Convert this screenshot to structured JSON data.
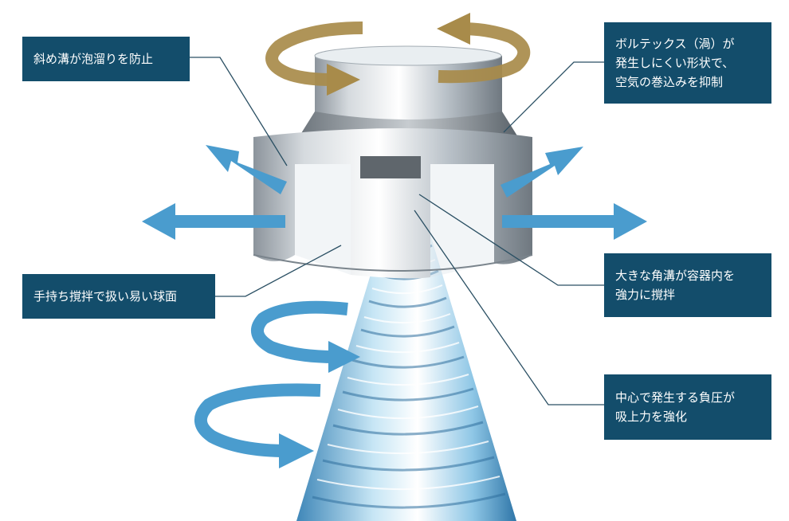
{
  "callouts": {
    "diagonal_groove": {
      "lines": [
        "斜め溝が泡溜りを防止"
      ]
    },
    "vortex": {
      "lines": [
        "ボルテックス（渦）が",
        "発生しにくい形状で、",
        "空気の巻込みを抑制"
      ]
    },
    "large_groove": {
      "lines": [
        "大きな角溝が容器内を",
        "強力に撹拌"
      ]
    },
    "spherical_face": {
      "lines": [
        "手持ち撹拌で扱い易い球面"
      ]
    },
    "negative_pressure": {
      "lines": [
        "中心で発生する負圧が",
        "吸上力を強化"
      ]
    }
  },
  "colors": {
    "callout_bg": "#134d6b",
    "callout_text": "#ffffff",
    "rotation_arrow": "#a88b4a",
    "flow_arrow": "#4a9cce",
    "leader_line": "#2a4f63"
  }
}
